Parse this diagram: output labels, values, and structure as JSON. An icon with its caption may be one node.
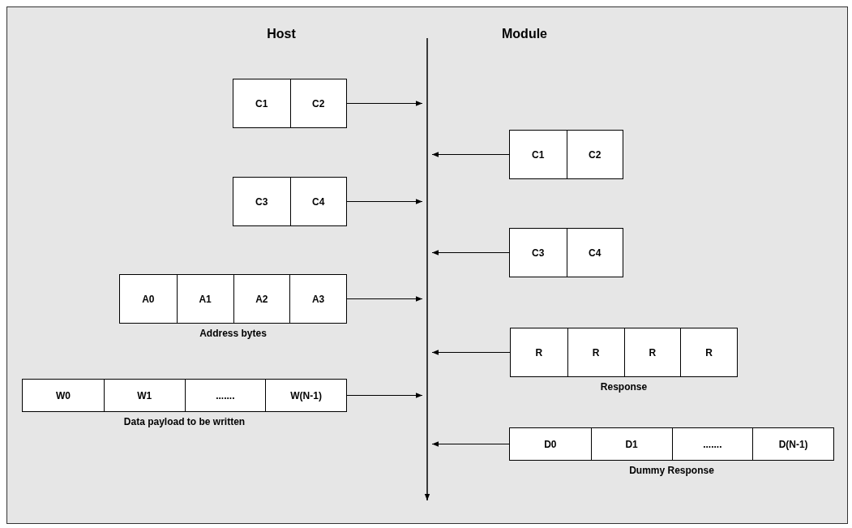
{
  "diagram": {
    "nodes": [
      {
        "text": [],
        "shape": "bar"
      },
      {
        "text": [],
        "shape": "box"
      },
      {
        "text": [
          "C1"
        ],
        "in": 1
      },
      {
        "text": [
          "C2"
        ],
        "in": 1
      },
      {
        "text": [],
        "shape": "box"
      },
      {
        "text": [
          "C1"
        ],
        "in": 4
      },
      {
        "text": [
          "C2"
        ],
        "in": 4
      },
      {
        "text": [],
        "shape": "box"
      },
      {
        "text": [
          "C3"
        ],
        "in": 7
      },
      {
        "text": [
          "C4"
        ],
        "in": 7
      },
      {
        "text": [],
        "shape": "box"
      },
      {
        "text": [
          "C3"
        ],
        "in": 10
      },
      {
        "text": [
          "C4"
        ],
        "in": 10
      },
      {
        "text": [],
        "shape": "box",
        "beside": [
          "Address bytes"
        ]
      },
      {
        "text": [
          "A0"
        ],
        "in": 13
      },
      {
        "text": [
          "A1"
        ],
        "in": 13
      },
      {
        "text": [
          "A2"
        ],
        "in": 13
      },
      {
        "text": [
          "A3"
        ],
        "in": 13
      },
      {
        "text": [],
        "shape": "box",
        "beside": [
          "Response"
        ]
      },
      {
        "text": [
          "R"
        ],
        "in": 18
      },
      {
        "text": [
          "R"
        ],
        "in": 18
      },
      {
        "text": [
          "R"
        ],
        "in": 18
      },
      {
        "text": [
          "R"
        ],
        "in": 18
      },
      {
        "text": [],
        "shape": "box",
        "beside": [
          "Data payload to be written"
        ]
      },
      {
        "text": [
          "W0"
        ],
        "in": 23
      },
      {
        "text": [
          "W1"
        ],
        "in": 23
      },
      {
        "text": [
          "......."
        ],
        "in": 23
      },
      {
        "text": [
          "W(N-1)"
        ],
        "in": 23
      },
      {
        "text": [],
        "shape": "box",
        "beside": [
          "Dummy Response"
        ]
      },
      {
        "text": [
          "D0"
        ],
        "in": 28
      },
      {
        "text": [
          "D1"
        ],
        "in": 28
      },
      {
        "text": [
          "......."
        ],
        "in": 28
      },
      {
        "text": [
          "D(N-1)"
        ],
        "in": 28
      }
    ],
    "edges": [
      {
        "from": 1,
        "to": 0,
        "arrow": "to"
      },
      {
        "from": 4,
        "to": 0,
        "arrow": "to"
      },
      {
        "from": 7,
        "to": 0,
        "arrow": "to"
      },
      {
        "from": 10,
        "to": 0,
        "arrow": "to"
      },
      {
        "from": 13,
        "to": 0,
        "arrow": "to"
      },
      {
        "from": 18,
        "to": 0,
        "arrow": "to"
      },
      {
        "from": 23,
        "to": 0,
        "arrow": "to"
      },
      {
        "from": 28,
        "to": 0,
        "arrow": "to"
      }
    ],
    "labels": [
      "Host",
      "Module"
    ]
  }
}
